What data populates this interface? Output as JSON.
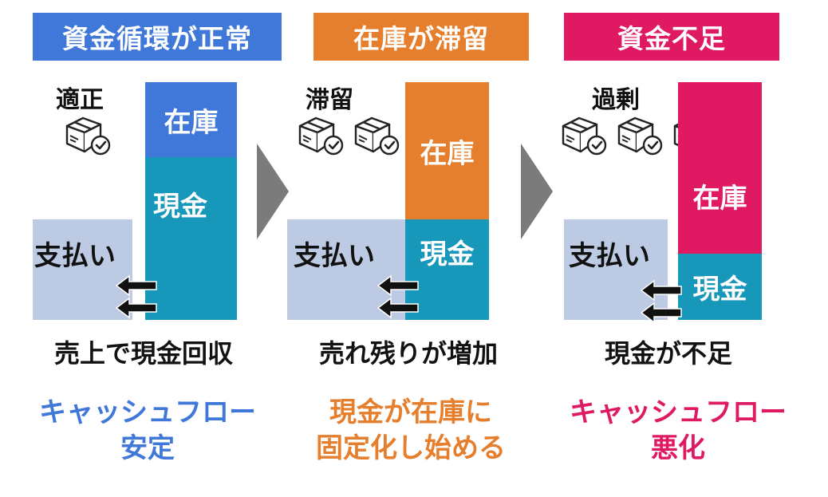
{
  "colors": {
    "blue": "#3f78d8",
    "orange": "#e67f2d",
    "pink": "#df1a63",
    "teal": "#1797b9",
    "payment": "#bccbe3",
    "chevron": "#7b7b7b"
  },
  "panels": [
    {
      "title": "資金循環が正常",
      "status": "適正",
      "inventory": "在庫",
      "cash": "現金",
      "payment": "支払い",
      "caption": "売上で現金回収",
      "conclusion": [
        "キャッシュフロー",
        "安定"
      ],
      "icons": [
        "box-check-icon"
      ]
    },
    {
      "title": "在庫が滞留",
      "status": "滞留",
      "inventory": "在庫",
      "cash": "現金",
      "payment": "支払い",
      "caption": "売れ残りが増加",
      "conclusion": [
        "現金が在庫に",
        "固定化し始める"
      ],
      "icons": [
        "box-check-icon",
        "box-check-icon"
      ]
    },
    {
      "title": "資金不足",
      "status": "過剰",
      "inventory": "在庫",
      "cash": "現金",
      "payment": "支払い",
      "caption": "現金が不足",
      "conclusion": [
        "キャッシュフロー",
        "悪化"
      ],
      "icons": [
        "box-check-icon",
        "box-check-icon",
        "box-check-icon"
      ]
    }
  ],
  "flow_icons": [
    "chevron-right-icon",
    "chevron-right-icon"
  ],
  "payment_arrows": "left-arrows-icon"
}
